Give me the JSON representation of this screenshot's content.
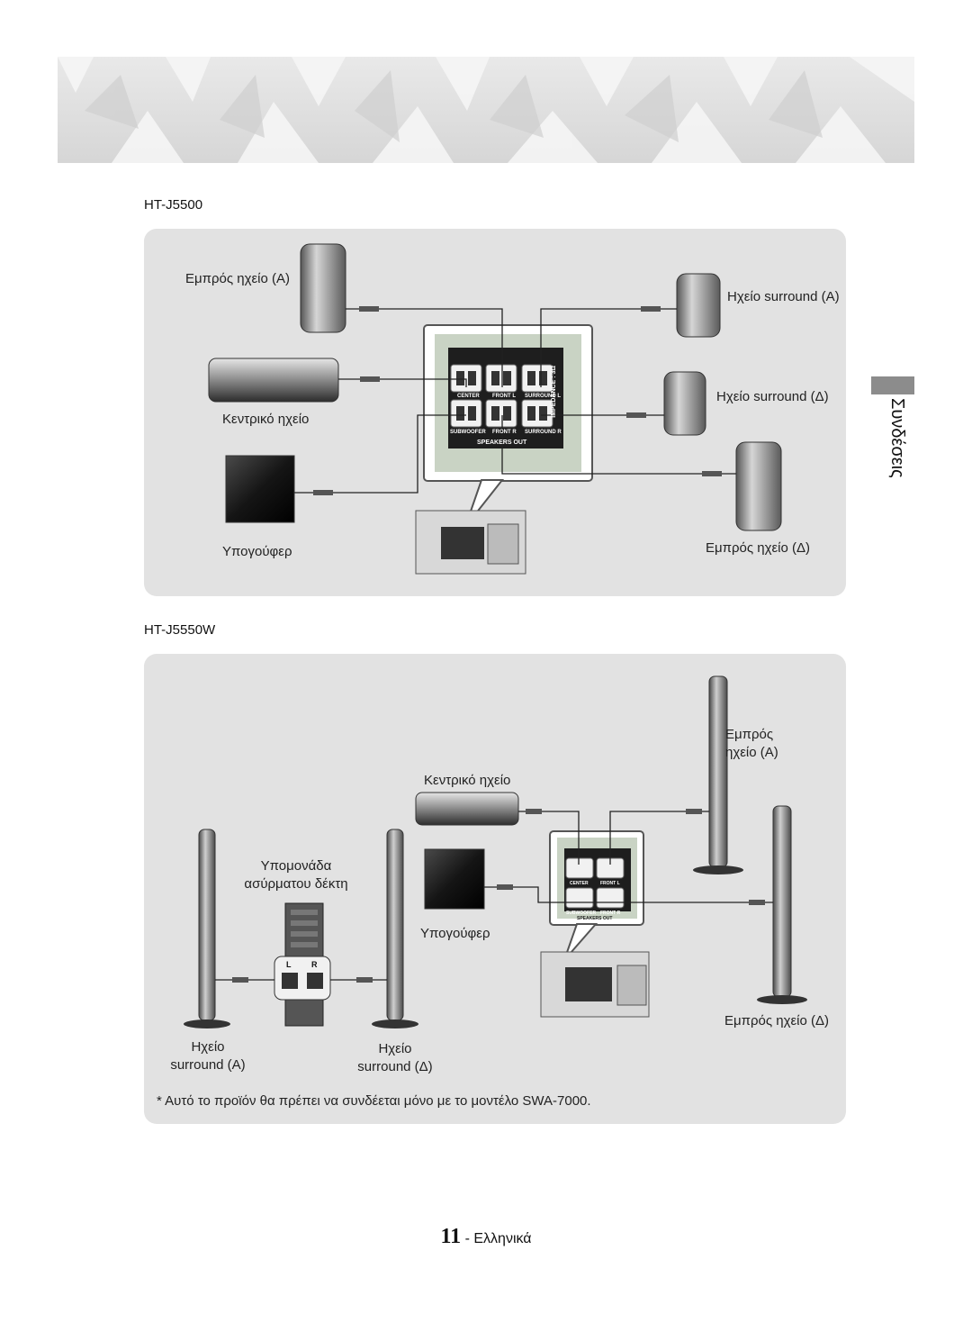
{
  "models": {
    "first": "HT-J5500",
    "second": "HT-J5550W"
  },
  "panel1": {
    "front_a": "Εμπρός ηχείο (Α)",
    "surround_a": "Ηχείο surround (Α)",
    "surround_d": "Ηχείο surround (Δ)",
    "center": "Κεντρικό ηχείο",
    "subwoofer": "Υπογούφερ",
    "front_d": "Εμπρός ηχείο (Δ)"
  },
  "panel2": {
    "front_a_line1": "Εμπρός",
    "front_a_line2": "ηχείο (Α)",
    "center": "Κεντρικό ηχείο",
    "wireless_line1": "Υπομονάδα",
    "wireless_line2": "ασύρματου δέκτη",
    "subwoofer": "Υπογούφερ",
    "front_d": "Εμπρός ηχείο (Δ)",
    "surround_a_line1": "Ηχείο",
    "surround_a_line2": "surround (Α)",
    "surround_d_line1": "Ηχείο",
    "surround_d_line2": "surround (Δ)",
    "note": "*   Αυτό το προϊόν θα πρέπει να συνδέεται μόνο με το μοντέλο SWA-7000."
  },
  "connector": {
    "center": "CENTER",
    "front_l": "FRONT L",
    "surround_l": "SURROUND L",
    "subwoofer": "SUBWOOFER",
    "front_r": "FRONT R",
    "surround_r": "SURROUND R",
    "speakers_out": "SPEAKERS OUT",
    "impedance": "IMPEDANCE : 3Ω",
    "wl": "L",
    "wr": "R"
  },
  "side_tab": "Συνδέσεις",
  "footer": {
    "page_number": "11",
    "language": "- Ελληνικά"
  },
  "colors": {
    "panel": "#e2e2e2",
    "side_tab": "#8c8c8c",
    "terminal_bg": "#c9d3c4"
  }
}
